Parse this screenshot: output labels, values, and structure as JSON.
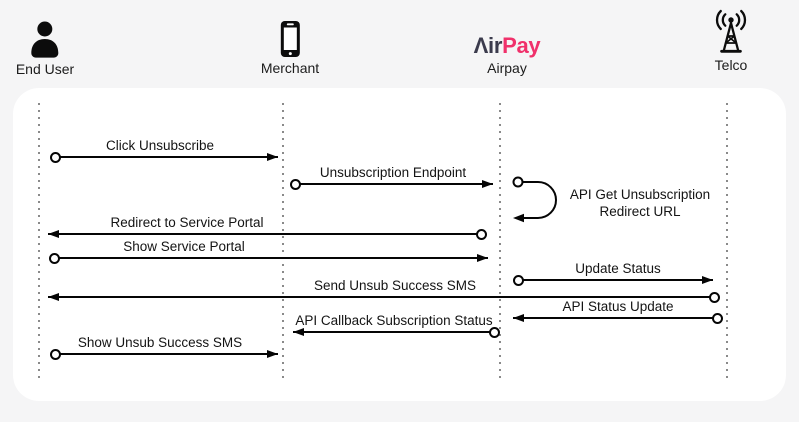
{
  "diagram_type": "sequence",
  "actors": [
    {
      "id": "end-user",
      "label": "End User",
      "icon": "person-icon"
    },
    {
      "id": "merchant",
      "label": "Merchant",
      "icon": "smartphone-icon"
    },
    {
      "id": "airpay",
      "label": "Airpay",
      "icon": "airpay-logo",
      "logo_prefix": "Λir",
      "logo_suffix": "Pay"
    },
    {
      "id": "telco",
      "label": "Telco",
      "icon": "radio-tower-icon"
    }
  ],
  "messages": [
    {
      "n": 1,
      "from": "End User",
      "to": "Merchant",
      "label": "Click Unsubscribe"
    },
    {
      "n": 2,
      "from": "Merchant",
      "to": "Airpay",
      "label": "Unsubscription Endpoint"
    },
    {
      "n": 3,
      "from": "Airpay",
      "to": "Airpay",
      "self_message": true,
      "label": "API Get Unsubscription Redirect URL",
      "label_line1": "API Get Unsubscription",
      "label_line2": "Redirect URL"
    },
    {
      "n": 4,
      "from": "Airpay",
      "to": "End User",
      "label": "Redirect to Service Portal"
    },
    {
      "n": 5,
      "from": "End User",
      "to": "Airpay",
      "label": "Show Service Portal"
    },
    {
      "n": 6,
      "from": "Airpay",
      "to": "Telco",
      "label": "Update Status"
    },
    {
      "n": 7,
      "from": "Telco",
      "to": "End User",
      "label": "Send Unsub Success SMS"
    },
    {
      "n": 8,
      "from": "Telco",
      "to": "Airpay",
      "label": "API Status Update"
    },
    {
      "n": 9,
      "from": "Airpay",
      "to": "Merchant",
      "label": "API Callback Subscription Status"
    },
    {
      "n": 10,
      "from": "End User",
      "to": "Merchant",
      "label": "Show Unsub Success SMS"
    }
  ],
  "colors": {
    "canvas_background": "#f5f5f6",
    "panel_background": "#ffffff",
    "line": "#050505",
    "text": "#141414",
    "lifeline": "#8a8a8a",
    "logo_dark": "#3b3b4d",
    "logo_pink": "#f0316b"
  }
}
